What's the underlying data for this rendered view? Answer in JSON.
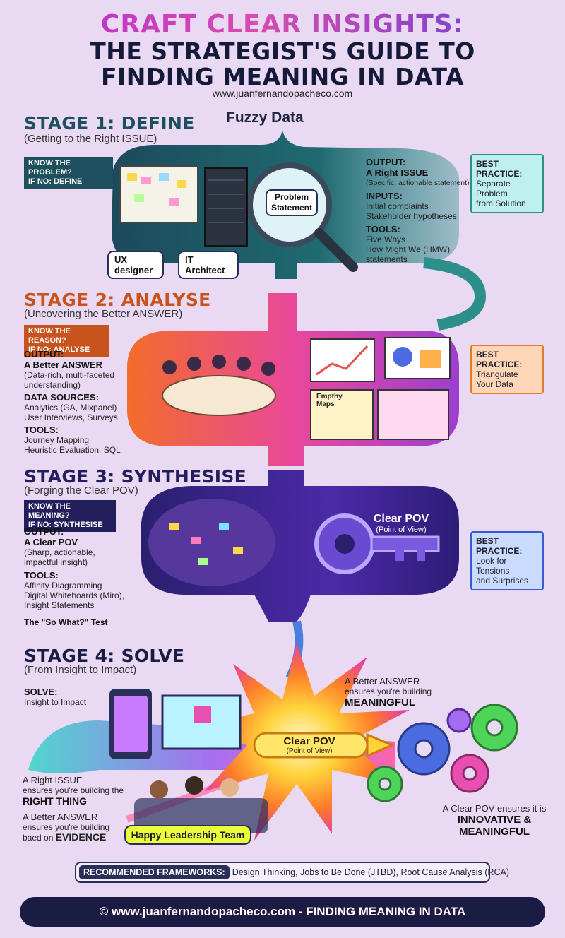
{
  "title": {
    "line1": "CRAFT CLEAR INSIGHTS:",
    "line2a": "THE STRATEGIST'S GUIDE TO",
    "line2b": "FINDING MEANING IN DATA",
    "url": "www.juanfernandopacheco.com"
  },
  "fuzzy_data": "Fuzzy Data",
  "stage1": {
    "heading": "STAGE 1: DEFINE",
    "sub": "(Getting to the Right ISSUE)",
    "tag_l1": "KNOW THE PROBLEM?",
    "tag_l2": "IF NO: DEFINE",
    "problem_statement": "Problem Statement",
    "person1": "UX designer",
    "person2": "IT Architect",
    "output_label": "OUTPUT:",
    "output_value": "A Right ISSUE",
    "output_desc": "(Specific, actionable statement)",
    "inputs_label": "INPUTS:",
    "inputs_1": "Initial complaints",
    "inputs_2": "Stakeholder hypotheses",
    "tools_label": "TOOLS:",
    "tools_1": "Five Whys",
    "tools_2": "How Might We (HMW) statements",
    "bp_title": "BEST PRACTICE:",
    "bp_1": "Separate Problem",
    "bp_2": "from Solution"
  },
  "stage2": {
    "heading": "STAGE 2: ANALYSE",
    "sub": "(Uncovering the Better ANSWER)",
    "tag_l1": "KNOW THE REASON?",
    "tag_l2": "IF NO: ANALYSE",
    "output_label": "OUTPUT:",
    "output_value": "A Better ANSWER",
    "output_desc1": "(Data-rich, multi-faceted",
    "output_desc2": "understanding)",
    "ds_label": "DATA SOURCES:",
    "ds_1": "Analytics (GA, Mixpanel)",
    "ds_2": "User Interviews, Surveys",
    "tools_label": "TOOLS:",
    "tools_1": "Journey Mapping",
    "tools_2": "Heuristic Evaluation, SQL",
    "empathy": "Empthy Maps",
    "bp_title": "BEST PRACTICE:",
    "bp_1": "Triangulate",
    "bp_2": "Your Data"
  },
  "stage3": {
    "heading": "STAGE 3: SYNTHESISE",
    "sub": "(Forging the Clear POV)",
    "tag_l1": "KNOW THE MEANING?",
    "tag_l2": "IF NO: SYNTHESISE",
    "output_label": "OUTPUT:",
    "output_value": "A Clear POV",
    "output_desc1": "(Sharp, actionable,",
    "output_desc2": "impactful insight)",
    "tools_label": "TOOLS:",
    "tools_1": "Affinity Diagramming",
    "tools_2": "Digital Whiteboards (Miro),",
    "tools_3": "Insight Statements",
    "so_what": "The \"So What?\" Test",
    "key_title": "Clear POV",
    "key_sub": "(Point of View)",
    "bp_title": "BEST PRACTICE:",
    "bp_1": "Look for Tensions",
    "bp_2": "and Surprises"
  },
  "stage4": {
    "heading": "STAGE 4: SOLVE",
    "sub": "(From Insight to Impact)",
    "solve_label": "SOLVE:",
    "solve_value": "Insight to Impact",
    "answer_l1": "A Better ANSWER",
    "answer_l2": "ensures you're building",
    "answer_l3": "MEANINGFUL",
    "pov_title": "Clear POV",
    "pov_sub": "(Point of View)",
    "issue_l1": "A Right ISSUE",
    "issue_l2": "ensures you're building the",
    "issue_l3": "RIGHT THING",
    "evidence_l1": "A Better ANSWER",
    "evidence_l2": "ensures you're building",
    "evidence_l3a": "baed on ",
    "evidence_l3b": "EVIDENCE",
    "team": "Happy Leadership Team",
    "innov_l1": "A Clear POV ensures it is",
    "innov_l2": "INNOVATIVE &",
    "innov_l3": "MEANINGFUL"
  },
  "frameworks": {
    "label": "RECOMMENDED FRAMEWORKS:",
    "value": "Design Thinking, Jobs to Be Done (JTBD), Root Cause Analysis (RCA)"
  },
  "footer": "© www.juanfernandopacheco.com - FINDING MEANING IN DATA",
  "colors": {
    "background": "#ead9f3",
    "stage1": "#1d4f5e",
    "stage2": "#c8531c",
    "stage3": "#221f5c",
    "stage4": "#1b1c44",
    "bp1": "#bff0ef",
    "bp2": "#ffd7b8",
    "bp3": "#c9dcff"
  }
}
